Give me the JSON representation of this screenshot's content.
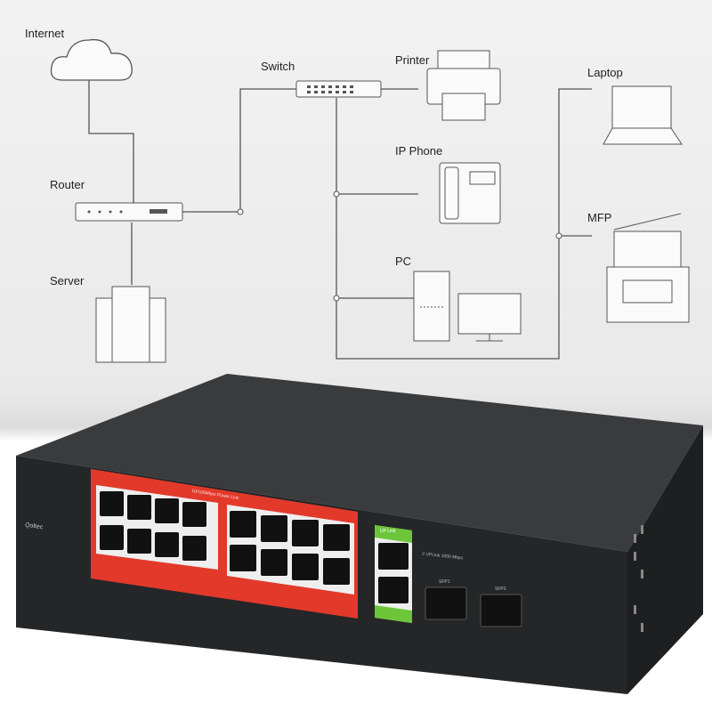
{
  "diagram": {
    "labels": {
      "internet": "Internet",
      "switch": "Switch",
      "printer": "Printer",
      "laptop": "Laptop",
      "ip_phone": "IP Phone",
      "router": "Router",
      "mfp": "MFP",
      "server": "Server",
      "pc": "PC"
    }
  },
  "device": {
    "brand": "Qoltec",
    "poe_label": "10/100Mbps Power Link",
    "uplink_label": "UP Link",
    "uplink_desc": "2 UPLink 1000 Mbps",
    "sfp1": "SFP1",
    "sfp2": "SFP2"
  }
}
